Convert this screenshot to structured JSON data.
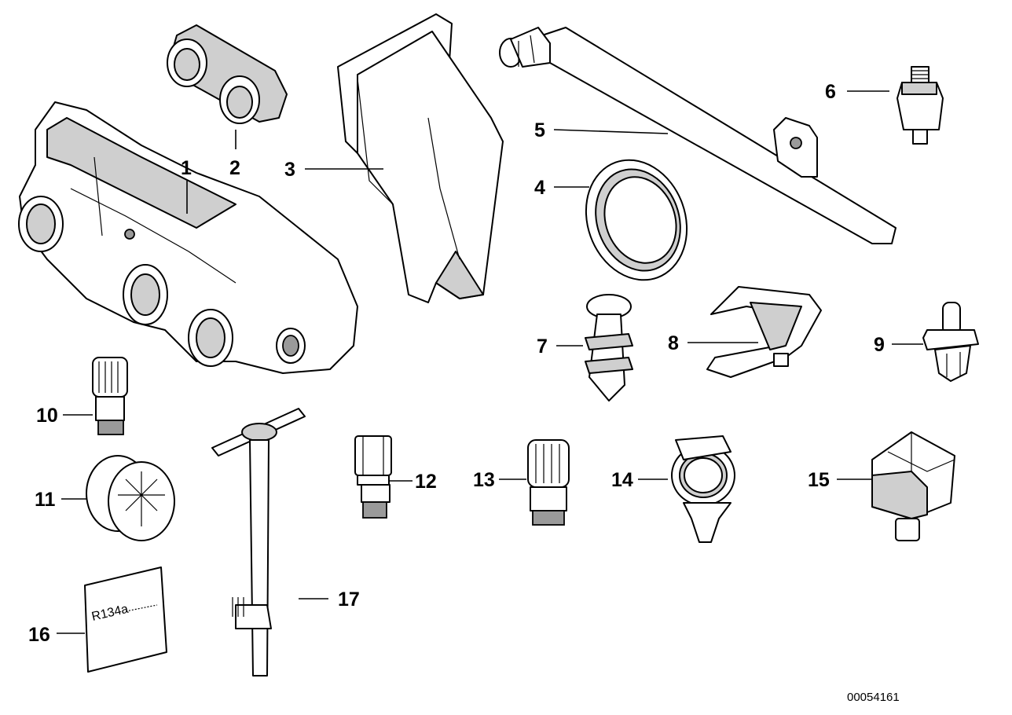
{
  "diagram": {
    "callouts": [
      {
        "id": "1",
        "label": "1"
      },
      {
        "id": "2",
        "label": "2"
      },
      {
        "id": "3",
        "label": "3"
      },
      {
        "id": "4",
        "label": "4"
      },
      {
        "id": "5",
        "label": "5"
      },
      {
        "id": "6",
        "label": "6"
      },
      {
        "id": "7",
        "label": "7"
      },
      {
        "id": "8",
        "label": "8"
      },
      {
        "id": "9",
        "label": "9"
      },
      {
        "id": "10",
        "label": "10"
      },
      {
        "id": "11",
        "label": "11"
      },
      {
        "id": "12",
        "label": "12"
      },
      {
        "id": "13",
        "label": "13"
      },
      {
        "id": "14",
        "label": "14"
      },
      {
        "id": "15",
        "label": "15"
      },
      {
        "id": "16",
        "label": "16"
      },
      {
        "id": "17",
        "label": "17"
      }
    ],
    "label_sticker_text": "R134a",
    "document_number": "00054161"
  }
}
